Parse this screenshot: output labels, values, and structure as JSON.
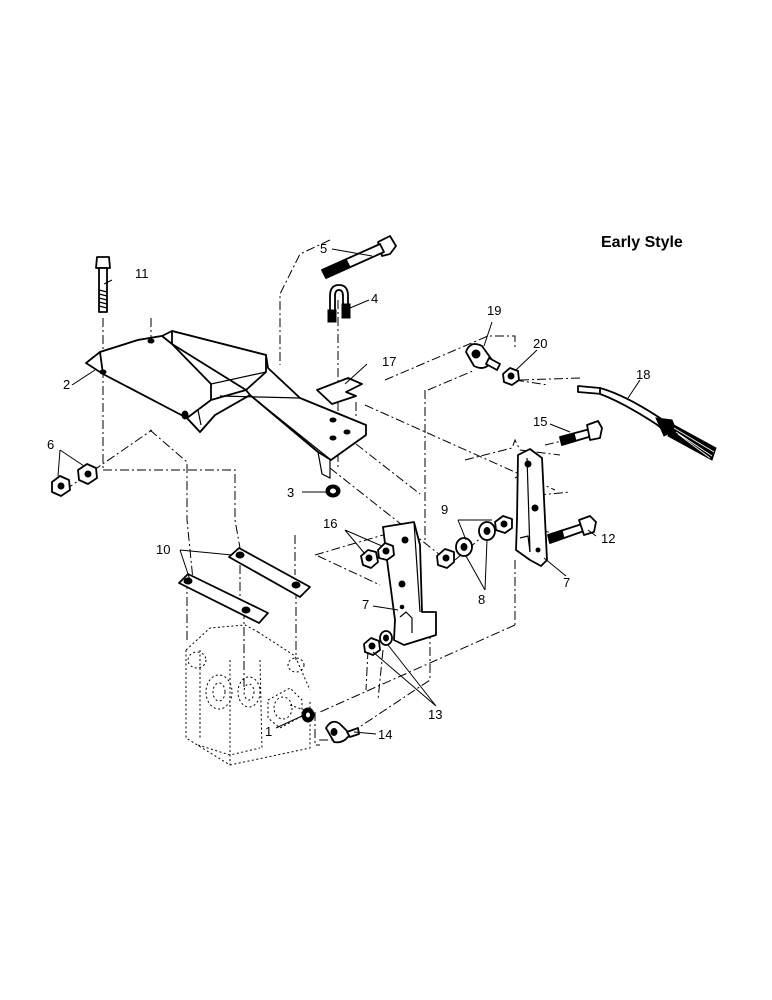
{
  "title": "Early Style",
  "callouts": [
    "1",
    "2",
    "3",
    "4",
    "5",
    "6",
    "7",
    "7",
    "8",
    "9",
    "10",
    "11",
    "12",
    "13",
    "14",
    "15",
    "16",
    "17",
    "18",
    "19",
    "20"
  ]
}
